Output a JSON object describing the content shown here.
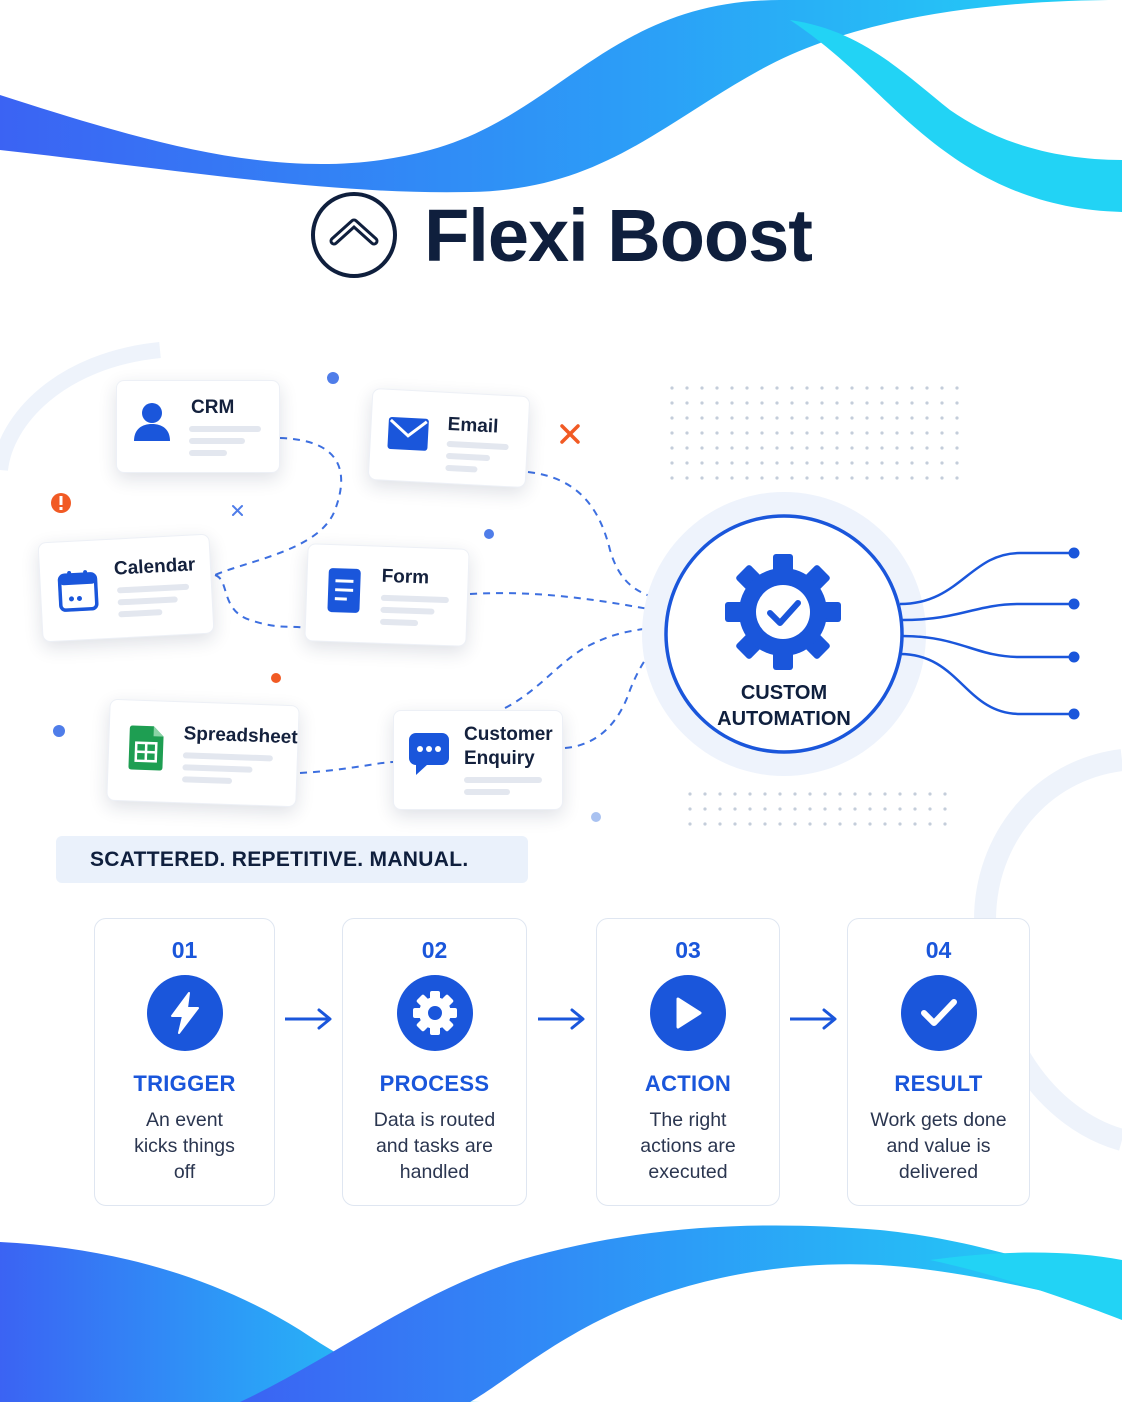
{
  "brand": {
    "name": "Flexi Boost",
    "logo_icon": "chevron-up-circle-icon"
  },
  "sources": [
    {
      "label": "CRM",
      "icon": "user-icon"
    },
    {
      "label": "Email",
      "icon": "envelope-icon"
    },
    {
      "label": "Calendar",
      "icon": "calendar-icon"
    },
    {
      "label": "Form",
      "icon": "document-icon"
    },
    {
      "label": "Spreadsheet",
      "icon": "spreadsheet-icon"
    },
    {
      "label": "Customer Enquiry",
      "icon": "chat-bubble-icon"
    }
  ],
  "hub": {
    "label": "CUSTOM AUTOMATION",
    "icon": "gear-check-icon"
  },
  "problem_banner": "SCATTERED. REPETITIVE. MANUAL.",
  "steps": [
    {
      "number": "01",
      "title": "TRIGGER",
      "description": "An event kicks things off",
      "icon": "lightning-icon"
    },
    {
      "number": "02",
      "title": "PROCESS",
      "description": "Data is routed and tasks are handled",
      "icon": "gear-icon"
    },
    {
      "number": "03",
      "title": "ACTION",
      "description": "The right actions are executed",
      "icon": "play-icon"
    },
    {
      "number": "04",
      "title": "RESULT",
      "description": "Work gets done and value is delivered",
      "icon": "check-icon"
    }
  ],
  "colors": {
    "primary": "#1a56db",
    "navy": "#0f1f3d",
    "wave_start": "#3b63f3",
    "wave_end": "#22d3f5",
    "accent_orange": "#f15a24"
  }
}
